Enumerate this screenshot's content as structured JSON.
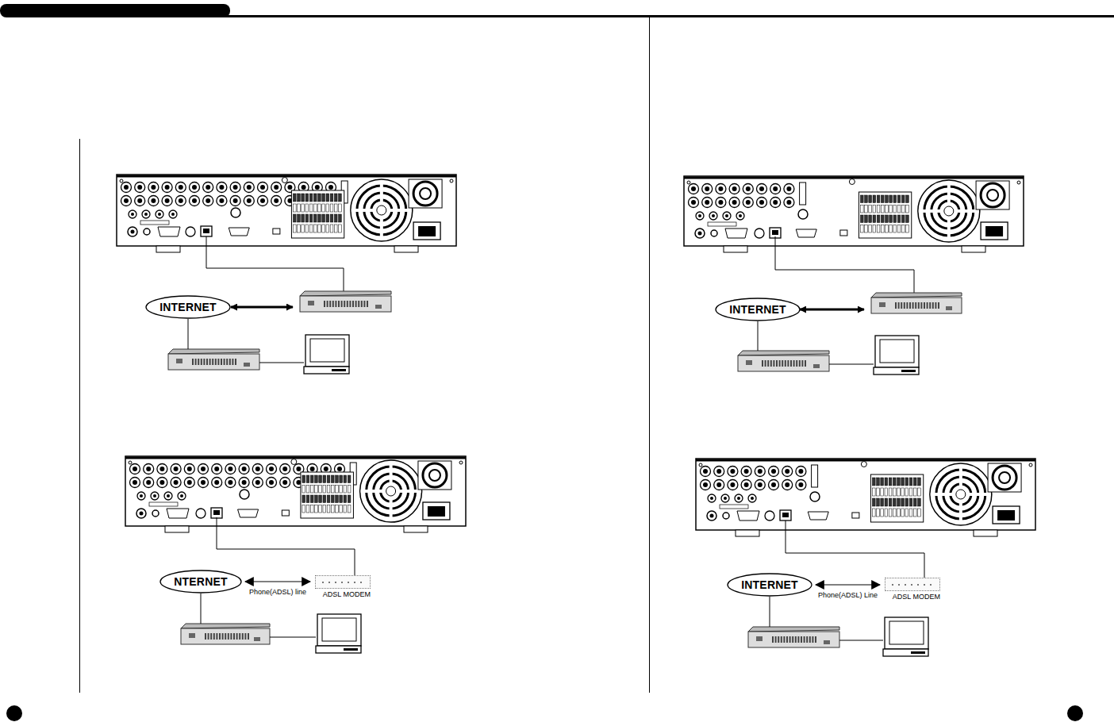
{
  "diagram": {
    "nodes": [
      {
        "text": [
          "INTERNET"
        ]
      },
      {
        "text": [
          "INTERNET"
        ]
      },
      {
        "text": [
          "NTERNET"
        ]
      },
      {
        "text": [
          "ADSL MODEM"
        ]
      },
      {
        "text": [
          "INTERNET"
        ]
      },
      {
        "text": [
          "ADSL MODEM"
        ]
      }
    ],
    "edges": [
      {
        "from": 2,
        "to": 3,
        "arrow": "both",
        "label": "Phone(ADSL) line"
      },
      {
        "from": 4,
        "to": 5,
        "arrow": "both",
        "label": "Phone(ADSL) Line"
      }
    ]
  }
}
